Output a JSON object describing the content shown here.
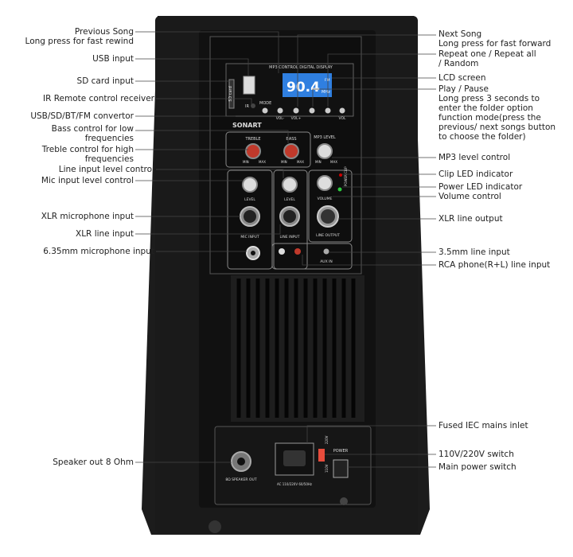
{
  "left_labels": [
    {
      "text": "Previous Song",
      "text2": "Long press for fast rewind"
    },
    {
      "text": "USB input"
    },
    {
      "text": "SD card input"
    },
    {
      "text": "IR Remote control receiver"
    },
    {
      "text": "USB/SD/BT/FM convertor"
    },
    {
      "text": "Bass control for low",
      "text2": "frequencies"
    },
    {
      "text": "Treble control for high",
      "text2": "frequencies"
    },
    {
      "text": "Line input level control"
    },
    {
      "text": "Mic input level control"
    },
    {
      "text": "XLR microphone input"
    },
    {
      "text": "XLR line input"
    },
    {
      "text": "6.35mm microphone input"
    },
    {
      "text": "Speaker out 8 Ohm"
    }
  ],
  "right_labels": [
    {
      "text": "Next Song",
      "text2": "Long press for fast forward"
    },
    {
      "text": "Repeat one / Repeat all",
      "text2": "/ Random"
    },
    {
      "text": "LCD screen"
    },
    {
      "text": "Play / Pause",
      "text2": "Long press 3 seconds to",
      "text3": "enter the folder option",
      "text4": "function mode(press the",
      "text5": "previous/ next songs button",
      "text6": "to choose the folder)"
    },
    {
      "text": "MP3 level control"
    },
    {
      "text": "Clip LED indicator"
    },
    {
      "text": "Power LED indicator"
    },
    {
      "text": "Volume control"
    },
    {
      "text": "XLR line output"
    },
    {
      "text": "3.5mm line input"
    },
    {
      "text": "RCA phone(R+L) line input"
    },
    {
      "text": "Fused IEC mains inlet"
    },
    {
      "text": "110V/220V switch"
    },
    {
      "text": "Main power switch"
    }
  ],
  "panel": {
    "display_title": "MP3 CONTROL DIGITAL DISPLAY",
    "display_value": "90.4",
    "display_unit": "MHz",
    "display_small": "FM",
    "usb_label": "USB",
    "sd_label": "SD card",
    "mode_label": "MODE",
    "ir_label": "IR",
    "vol_minus": "VOL-",
    "vol_plus": "VOL+",
    "vol_label": "VOL",
    "brand": "SONART",
    "treble": "TREBLE",
    "bass": "BASS",
    "mp3_level": "MP3 LEVEL",
    "min": "MIN",
    "max": "MAX",
    "level": "LEVEL",
    "volume": "VOLUME",
    "power": "POWER",
    "clip": "CLIP",
    "mic_input": "MIC INPUT",
    "line_input": "LINE INPUT",
    "line_output": "LINE OUTPUT",
    "aux_in": "AUX IN",
    "speaker_out": "8Ω SPEAKER OUT",
    "ac_label": "AC 110/220V 60/50Hz",
    "v220": "220V",
    "v110": "110V",
    "power_sw": "POWER"
  }
}
